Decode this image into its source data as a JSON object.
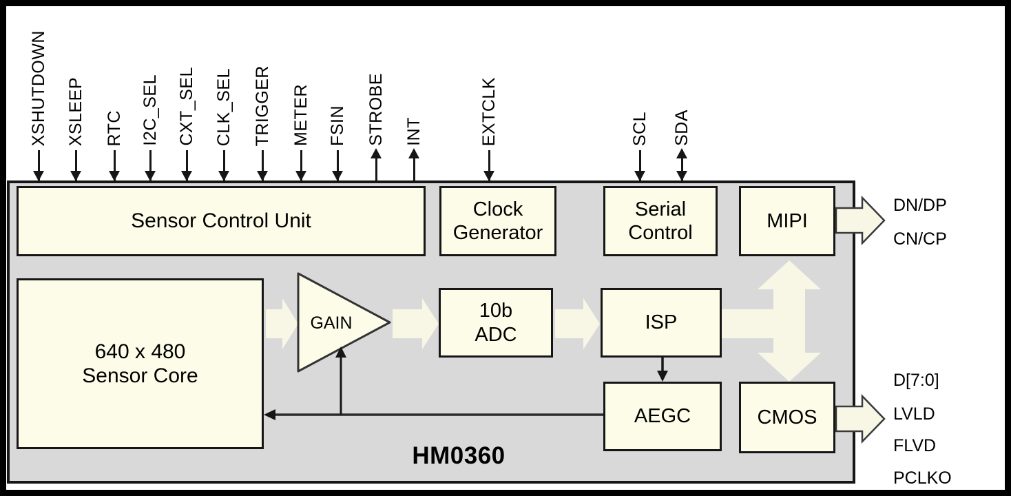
{
  "chip": {
    "name": "HM0360"
  },
  "blocks": {
    "sensor_control_unit": {
      "label": "Sensor Control Unit"
    },
    "clock_generator": {
      "label": "Clock\nGenerator"
    },
    "serial_control": {
      "label": "Serial\nControl"
    },
    "mipi": {
      "label": "MIPI"
    },
    "sensor_core": {
      "label": "640 x 480\nSensor Core"
    },
    "gain": {
      "label": "GAIN"
    },
    "adc": {
      "label": "10b\nADC"
    },
    "isp": {
      "label": "ISP"
    },
    "aegc": {
      "label": "AEGC"
    },
    "cmos": {
      "label": "CMOS"
    }
  },
  "pins_top": [
    {
      "label": "XSHUTDOWN",
      "direction": "input"
    },
    {
      "label": "XSLEEP",
      "direction": "input"
    },
    {
      "label": "RTC",
      "direction": "input"
    },
    {
      "label": "I2C_SEL",
      "direction": "input"
    },
    {
      "label": "CXT_SEL",
      "direction": "input"
    },
    {
      "label": "CLK_SEL",
      "direction": "input"
    },
    {
      "label": "TRIGGER",
      "direction": "input"
    },
    {
      "label": "METER",
      "direction": "input"
    },
    {
      "label": "FSIN",
      "direction": "input"
    },
    {
      "label": "STROBE",
      "direction": "output"
    },
    {
      "label": "INT",
      "direction": "output"
    },
    {
      "label": "EXTCLK",
      "direction": "input"
    },
    {
      "label": "SCL",
      "direction": "input"
    },
    {
      "label": "SDA",
      "direction": "bidirectional"
    }
  ],
  "outputs_right": {
    "mipi": [
      "DN/DP",
      "CN/CP"
    ],
    "cmos": [
      "D[7:0]",
      "LVLD",
      "FLVD",
      "PCLKO"
    ]
  },
  "colors": {
    "background": "#FFFFFF",
    "chip_fill": "#D9D9D9",
    "block_fill": "#FCFCE8",
    "flow_arrow_fill": "#F8F7E6",
    "border_black": "#161616"
  }
}
